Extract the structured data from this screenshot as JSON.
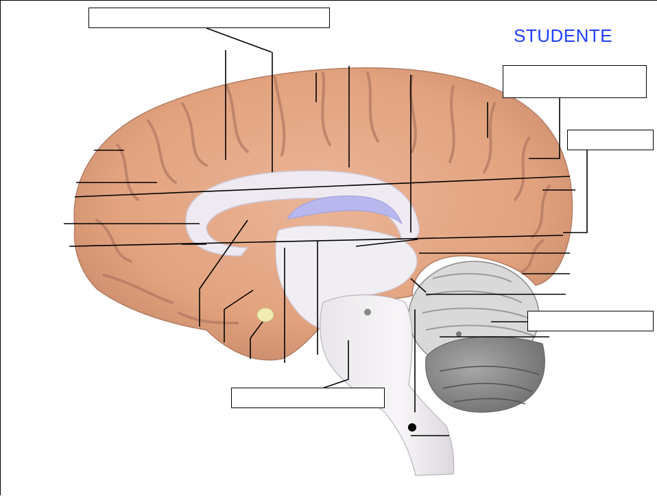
{
  "header": {
    "student_label": "STUDENTE"
  },
  "colors": {
    "cortex": "#e6a884",
    "cortex_shadow": "#b8806a",
    "white_matter": "#efeaf2",
    "ventricle": "#b8b8ee",
    "cerebellum": "#8c8c8c",
    "brainstem": "#f3f0f3",
    "label_line": "#000000",
    "student_text": "#1f3fff"
  },
  "answer_boxes": [
    {
      "name": "answer-box-top",
      "value": ""
    },
    {
      "name": "answer-box-right-upper",
      "value": ""
    },
    {
      "name": "answer-box-right-middle",
      "value": ""
    },
    {
      "name": "answer-box-cerebellum",
      "value": ""
    },
    {
      "name": "answer-box-brainstem",
      "value": ""
    }
  ]
}
